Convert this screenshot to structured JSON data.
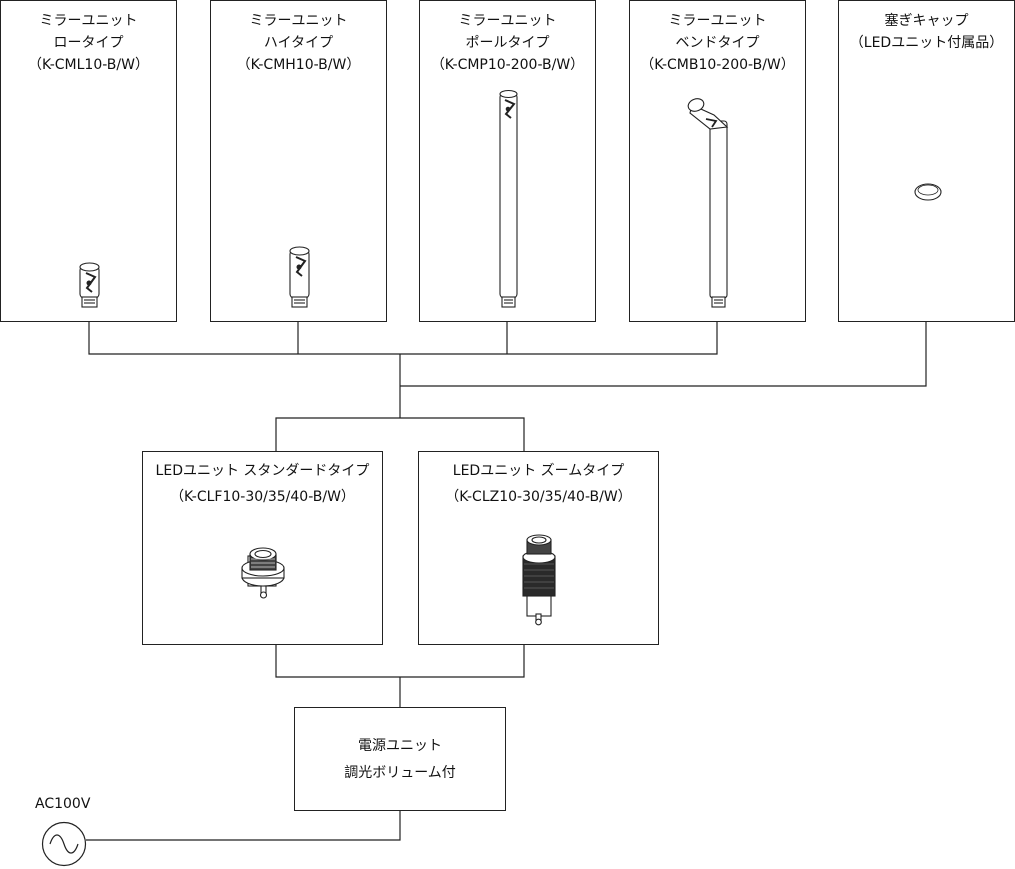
{
  "mirror_units": [
    {
      "name": "ミラーユニット",
      "type": "ロータイプ",
      "model": "（K-CML10-B/W）"
    },
    {
      "name": "ミラーユニット",
      "type": "ハイタイプ",
      "model": "（K-CMH10-B/W）"
    },
    {
      "name": "ミラーユニット",
      "type": "ポールタイプ",
      "model": "（K-CMP10-200-B/W）"
    },
    {
      "name": "ミラーユニット",
      "type": "ベンドタイプ",
      "model": "（K-CMB10-200-B/W）"
    }
  ],
  "cap": {
    "name": "塞ぎキャップ",
    "note": "（LEDユニット付属品）"
  },
  "led_units": [
    {
      "name": "LEDユニット スタンダードタイプ",
      "model": "（K-CLF10-30/35/40-B/W）"
    },
    {
      "name": "LEDユニット ズームタイプ",
      "model": "（K-CLZ10-30/35/40-B/W）"
    }
  ],
  "power_unit": {
    "line1": "電源ユニット",
    "line2": "調光ボリューム付"
  },
  "ac_source": {
    "label": "AC100V",
    "icon": "ac-sine-icon"
  }
}
